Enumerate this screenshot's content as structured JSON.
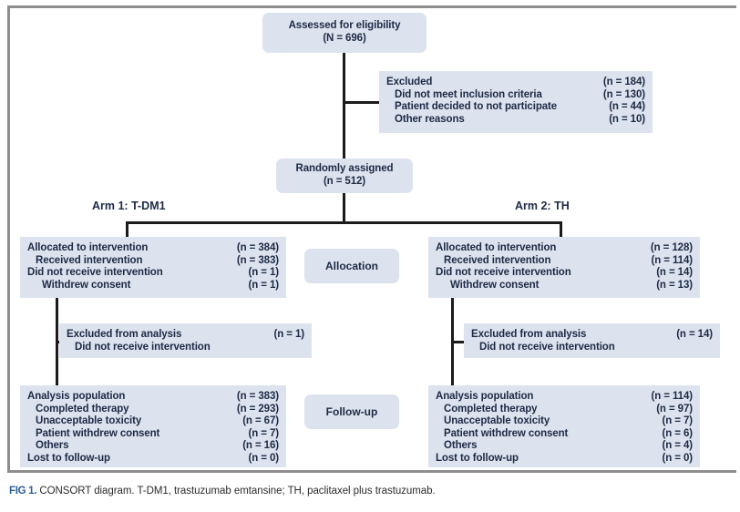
{
  "figure": {
    "caption_tag": "FIG 1.",
    "caption_text": "CONSORT diagram. T-DM1, trastuzumab emtansine; TH, paclitaxel plus trastuzumab.",
    "box_fill": "#dce3ef",
    "text_color": "#1d2a44",
    "line_color": "#1b1b1b",
    "caption_tag_color": "#2a6099"
  },
  "chart_data": {
    "type": "diagram",
    "title": "CONSORT diagram",
    "nodes": {
      "enrollment": {
        "title": "Assessed for eligibility",
        "count_label": "(N = 696)"
      },
      "excluded": {
        "rows": [
          {
            "label": "Excluded",
            "n": "(n = 184)",
            "indent": 0
          },
          {
            "label": "Did not meet inclusion criteria",
            "n": "(n = 130)",
            "indent": 1
          },
          {
            "label": "Patient decided to not participate",
            "n": "(n = 44)",
            "indent": 1
          },
          {
            "label": "Other reasons",
            "n": "(n = 10)",
            "indent": 1
          }
        ]
      },
      "randomized": {
        "title": "Randomly assigned",
        "count_label": "(n = 512)"
      },
      "arm1_label": "Arm 1: T-DM1",
      "arm2_label": "Arm 2: TH",
      "stage_allocation": "Allocation",
      "stage_followup": "Follow-up",
      "arm1_allocation": {
        "rows": [
          {
            "label": "Allocated to intervention",
            "n": "(n = 384)",
            "indent": 0
          },
          {
            "label": "Received intervention",
            "n": "(n = 383)",
            "indent": 1
          },
          {
            "label": "Did not receive intervention",
            "n": "(n = 1)",
            "indent": 0
          },
          {
            "label": "Withdrew consent",
            "n": "(n = 1)",
            "indent": 2
          }
        ]
      },
      "arm2_allocation": {
        "rows": [
          {
            "label": "Allocated to intervention",
            "n": "(n = 128)",
            "indent": 0
          },
          {
            "label": "Received intervention",
            "n": "(n = 114)",
            "indent": 1
          },
          {
            "label": "Did not receive intervention",
            "n": "(n = 14)",
            "indent": 0
          },
          {
            "label": "Withdrew consent",
            "n": "(n = 13)",
            "indent": 2
          }
        ]
      },
      "arm1_excluded_analysis": {
        "rows": [
          {
            "label": "Excluded from analysis",
            "n": "(n = 1)",
            "indent": 0
          },
          {
            "label": "Did not receive intervention",
            "n": "",
            "indent": 1
          }
        ]
      },
      "arm2_excluded_analysis": {
        "rows": [
          {
            "label": "Excluded from analysis",
            "n": "(n = 14)",
            "indent": 0
          },
          {
            "label": "Did not receive intervention",
            "n": "",
            "indent": 1
          }
        ]
      },
      "arm1_followup": {
        "rows": [
          {
            "label": "Analysis population",
            "n": "(n = 383)",
            "indent": 0
          },
          {
            "label": "Completed therapy",
            "n": "(n = 293)",
            "indent": 1
          },
          {
            "label": "Unacceptable toxicity",
            "n": "(n = 67)",
            "indent": 1
          },
          {
            "label": "Patient withdrew consent",
            "n": "(n = 7)",
            "indent": 1
          },
          {
            "label": "Others",
            "n": "(n = 16)",
            "indent": 1
          },
          {
            "label": "Lost to follow-up",
            "n": "(n = 0)",
            "indent": 0
          }
        ]
      },
      "arm2_followup": {
        "rows": [
          {
            "label": "Analysis population",
            "n": "(n = 114)",
            "indent": 0
          },
          {
            "label": "Completed therapy",
            "n": "(n = 97)",
            "indent": 1
          },
          {
            "label": "Unacceptable toxicity",
            "n": "(n = 7)",
            "indent": 1
          },
          {
            "label": "Patient withdrew consent",
            "n": "(n = 6)",
            "indent": 1
          },
          {
            "label": "Others",
            "n": "(n = 4)",
            "indent": 1
          },
          {
            "label": "Lost to follow-up",
            "n": "(n = 0)",
            "indent": 0
          }
        ]
      }
    }
  }
}
